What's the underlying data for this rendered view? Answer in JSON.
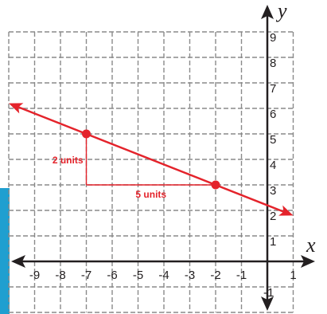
{
  "chart_data": {
    "type": "line",
    "xlabel": "x",
    "ylabel": "y",
    "xlim": [
      -10,
      1
    ],
    "ylim": [
      -2,
      9
    ],
    "grid": true,
    "x_ticks": [
      "-9",
      "-8",
      "-7",
      "-6",
      "-5",
      "-4",
      "-3",
      "-2",
      "-1",
      "1"
    ],
    "y_ticks": [
      "1",
      "2",
      "3",
      "4",
      "5",
      "6",
      "7",
      "8",
      "9"
    ],
    "y_neg_ticks": [
      "-1"
    ],
    "line": {
      "slope": -0.4,
      "intercept": 2.2,
      "x_range": [
        -10,
        1
      ]
    },
    "points": [
      {
        "x": -7,
        "y": 5
      },
      {
        "x": -2,
        "y": 3
      }
    ],
    "annotations": {
      "rise": "2 units",
      "run": "5 units"
    },
    "colors": {
      "line": "#e4232b",
      "grid": "#8a8a8a",
      "axis": "#231f20",
      "side_bar": "#1f9fd0"
    }
  }
}
